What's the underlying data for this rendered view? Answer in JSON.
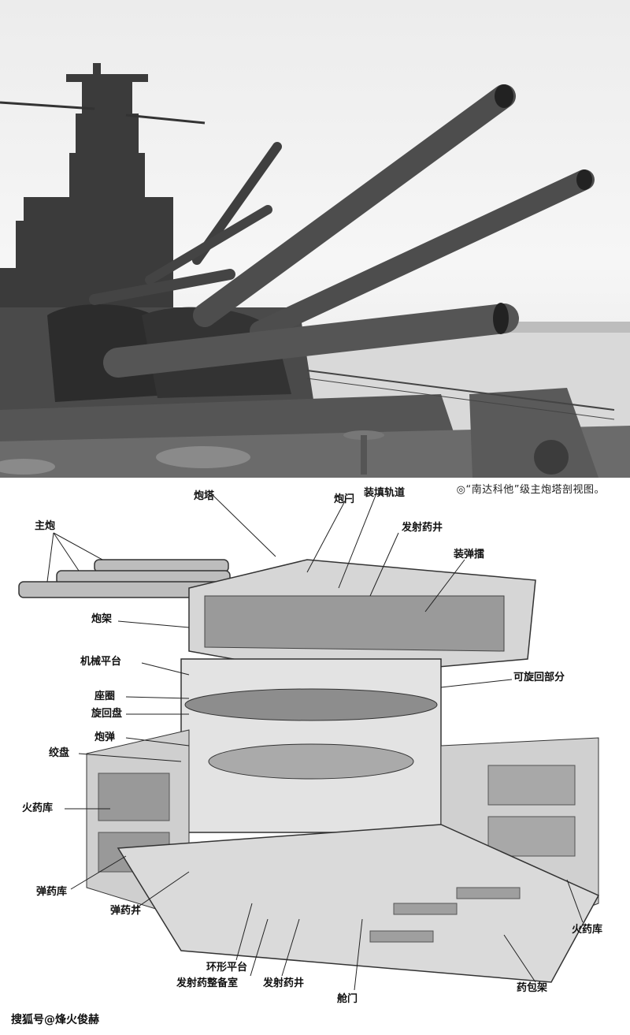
{
  "caption": "◎“南达科他”级主炮塔剖视图。",
  "watermark": "搜狐号@烽火俊赫",
  "labels": {
    "turret": "炮塔",
    "breech": "炮闩",
    "loading_rail": "装填轨道",
    "propellant_hoist": "发射药井",
    "rammer": "装弹擂",
    "main_gun": "主炮",
    "gun_mount": "炮架",
    "machinery_platform": "机械平台",
    "seat_ring": "座圈",
    "training_gear": "旋回盘",
    "shell": "炮弹",
    "winch": "绞盘",
    "rotating_part": "可旋回部分",
    "powder_magazine_left": "火药库",
    "shell_magazine": "弹药库",
    "shell_hoist": "弹药井",
    "ring_platform": "环形平台",
    "propellant_prep_room": "发射药整备室",
    "propellant_hoist_lower": "发射药井",
    "hatch": "舱门",
    "powder_rack": "药包架",
    "powder_magazine_right": "火药库"
  }
}
